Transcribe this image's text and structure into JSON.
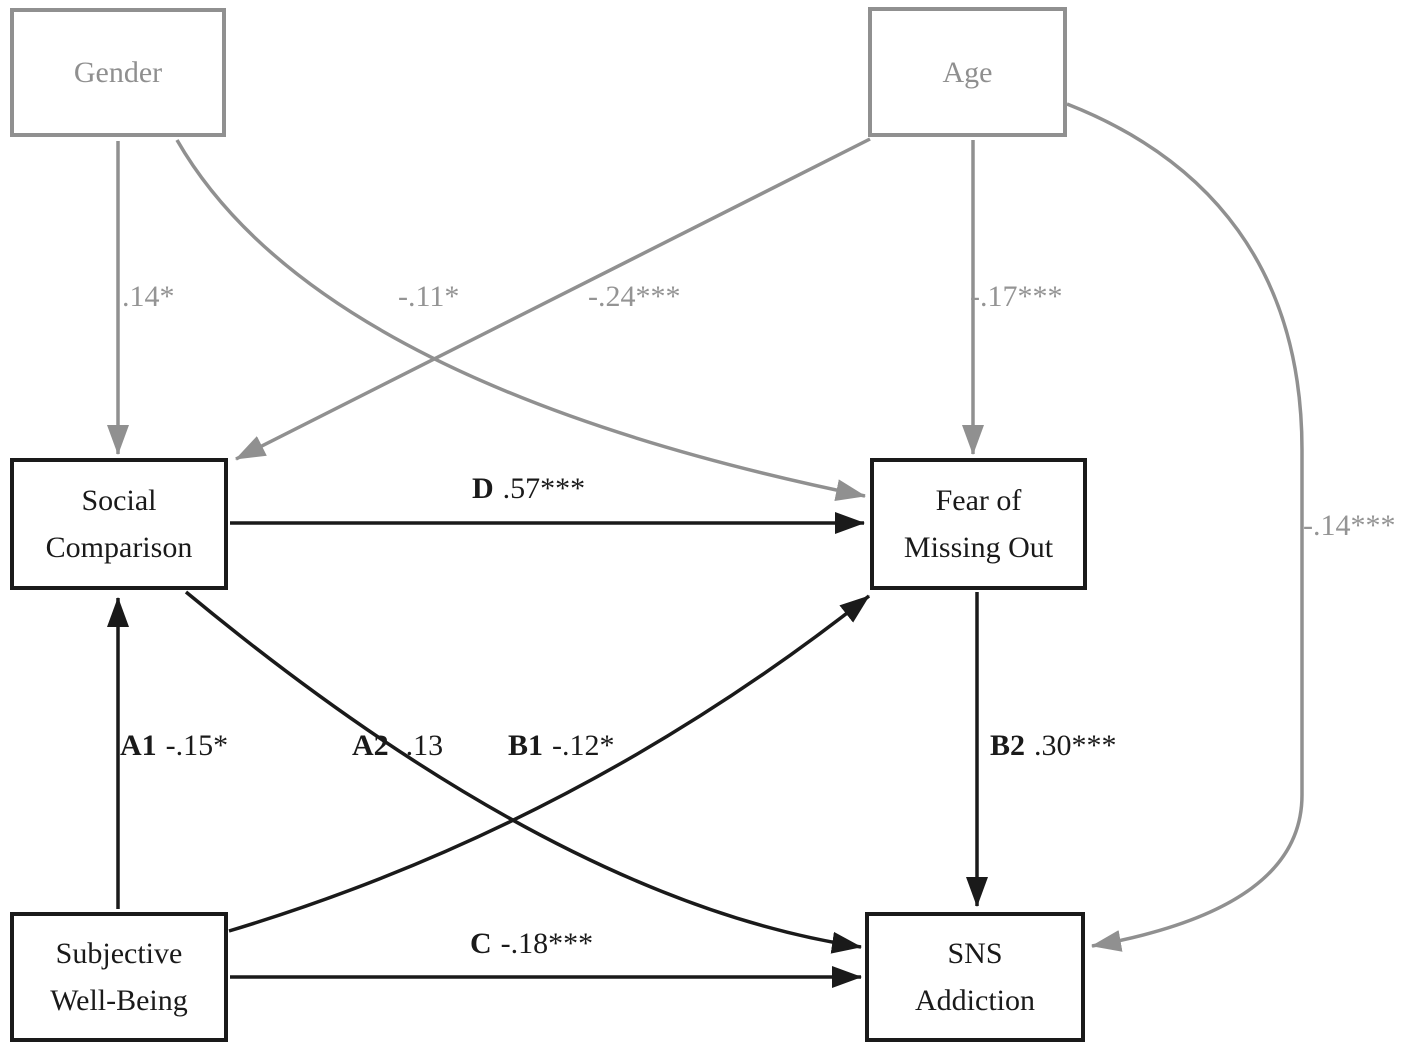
{
  "diagram": {
    "title_note": "",
    "colors": {
      "covariate_gray": "#909090",
      "main_black": "#1a1a1a"
    },
    "nodes": {
      "gender": {
        "label": "Gender"
      },
      "age": {
        "label": "Age"
      },
      "social_comparison": {
        "line1": "Social",
        "line2": "Comparison"
      },
      "fear_of_missing_out": {
        "line1": "Fear of",
        "line2": "Missing Out"
      },
      "subjective_well_being": {
        "line1": "Subjective",
        "line2": "Well-Being"
      },
      "sns_addiction": {
        "line1": "SNS",
        "line2": "Addiction"
      }
    },
    "paths": {
      "gender_to_social_comparison": {
        "coef": ".14*"
      },
      "gender_to_fear_of_missing_out": {
        "coef": "-.11*"
      },
      "age_to_social_comparison": {
        "coef": "-.24***"
      },
      "age_to_fear_of_missing_out": {
        "coef": "-.17***"
      },
      "age_to_sns_addiction": {
        "coef": "-.14***"
      },
      "swb_to_social_comparison": {
        "letter": "A1",
        "coef": "-.15*"
      },
      "social_comparison_to_sns_addiction": {
        "letter": "A2",
        "coef": ".13"
      },
      "swb_to_fear_of_missing_out": {
        "letter": "B1",
        "coef": "-.12*"
      },
      "fomo_to_sns_addiction": {
        "letter": "B2",
        "coef": ".30***"
      },
      "swb_to_sns_addiction": {
        "letter": "C",
        "coef": "-.18***"
      },
      "social_comparison_to_fomo": {
        "letter": "D",
        "coef": ".57***"
      }
    }
  }
}
